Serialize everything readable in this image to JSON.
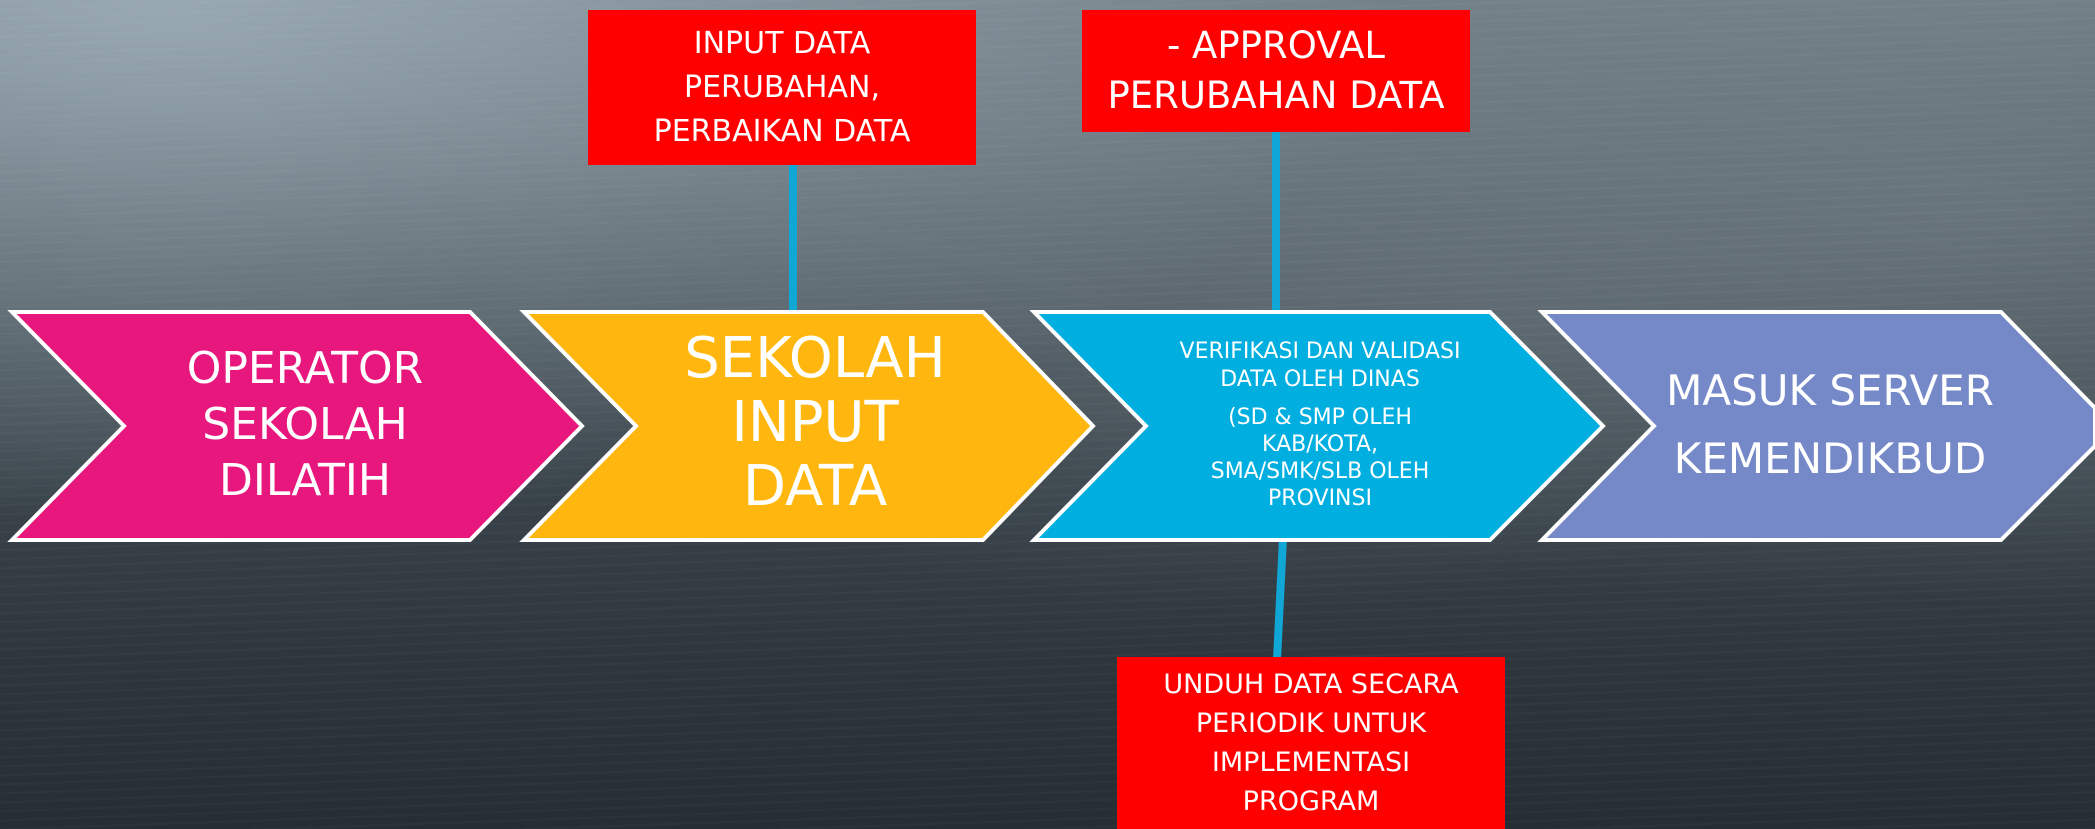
{
  "colors": {
    "step1": "#e8177d",
    "step2": "#ffb70f",
    "step3": "#00aedf",
    "step4": "#7589c8",
    "callout": "#ff0000",
    "connector": "#10a6d6",
    "outline": "#ffffff"
  },
  "steps": [
    {
      "lines": [
        "OPERATOR",
        "SEKOLAH",
        "DILATIH"
      ]
    },
    {
      "lines": [
        "SEKOLAH",
        "INPUT",
        "DATA"
      ]
    },
    {
      "lines": [
        "VERIFIKASI DAN VALIDASI",
        "DATA OLEH DINAS"
      ],
      "sub_lines": [
        "(SD & SMP OLEH",
        "KAB/KOTA,",
        "SMA/SMK/SLB OLEH",
        "PROVINSI"
      ]
    },
    {
      "lines": [
        "MASUK SERVER",
        "KEMENDIKBUD"
      ]
    }
  ],
  "callouts": {
    "input_perubahan": {
      "lines": [
        "INPUT DATA",
        "PERUBAHAN,",
        "PERBAIKAN DATA"
      ]
    },
    "approval": {
      "lines": [
        "- APPROVAL",
        "PERUBAHAN DATA"
      ]
    },
    "unduh": {
      "lines": [
        "UNDUH DATA SECARA",
        "PERIODIK UNTUK",
        "IMPLEMENTASI",
        "PROGRAM"
      ]
    }
  }
}
